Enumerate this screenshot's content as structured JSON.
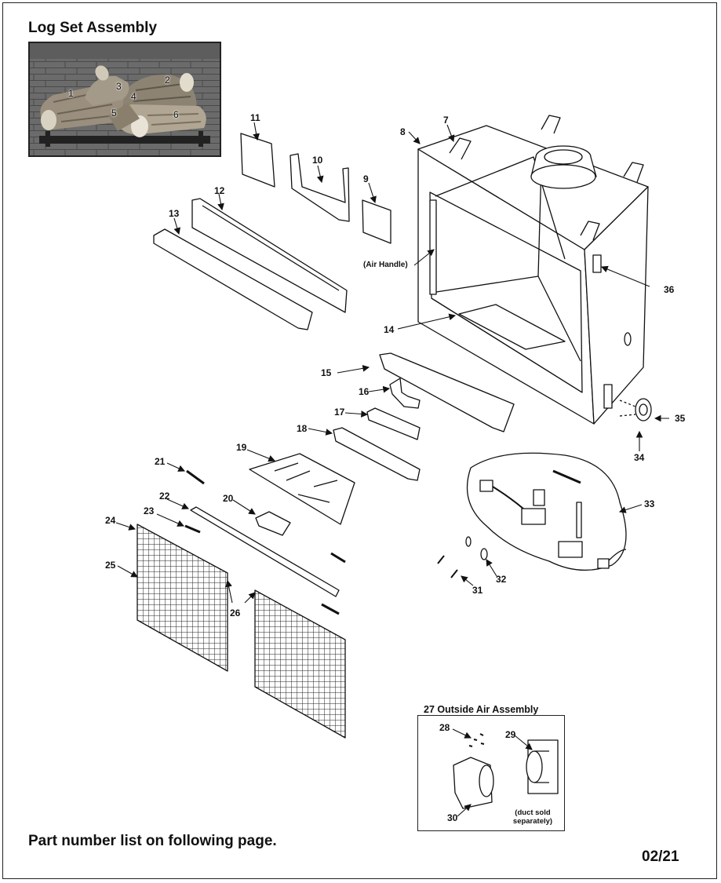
{
  "title": "Log Set Assembly",
  "log_numbers": [
    "1",
    "2",
    "3",
    "4",
    "5",
    "6"
  ],
  "parts": [
    "7",
    "8",
    "9",
    "10",
    "11",
    "12",
    "13",
    "14",
    "15",
    "16",
    "17",
    "18",
    "19",
    "20",
    "21",
    "22",
    "23",
    "24",
    "25",
    "26",
    "28",
    "29",
    "30",
    "31",
    "32",
    "33",
    "34",
    "35",
    "36"
  ],
  "air_handle": "(Air Handle)",
  "outside_air": {
    "title": "27 Outside Air Assembly",
    "duct_note": "(duct sold separately)"
  },
  "footer": "Part number list on following page.",
  "revision": "02/21"
}
